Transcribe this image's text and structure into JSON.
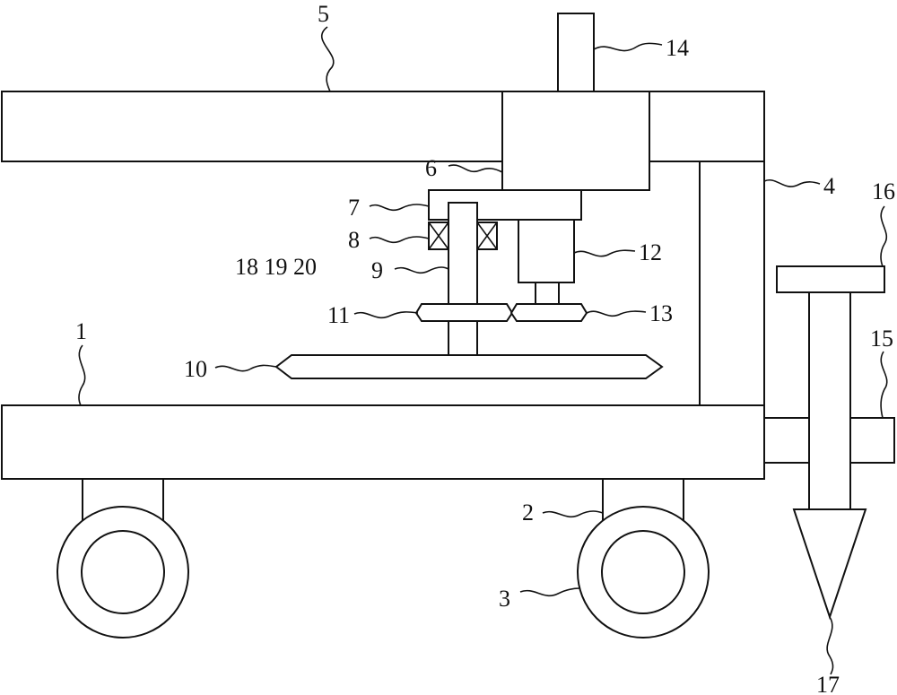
{
  "labels": {
    "l1": "1",
    "l2": "2",
    "l3": "3",
    "l4": "4",
    "l5": "5",
    "l6": "6",
    "l7": "7",
    "l8": "8",
    "l9": "9",
    "l10": "10",
    "l11": "11",
    "l12": "12",
    "l13": "13",
    "l14": "14",
    "l15": "15",
    "l16": "16",
    "l17": "17",
    "l18_20": "18 19 20"
  }
}
